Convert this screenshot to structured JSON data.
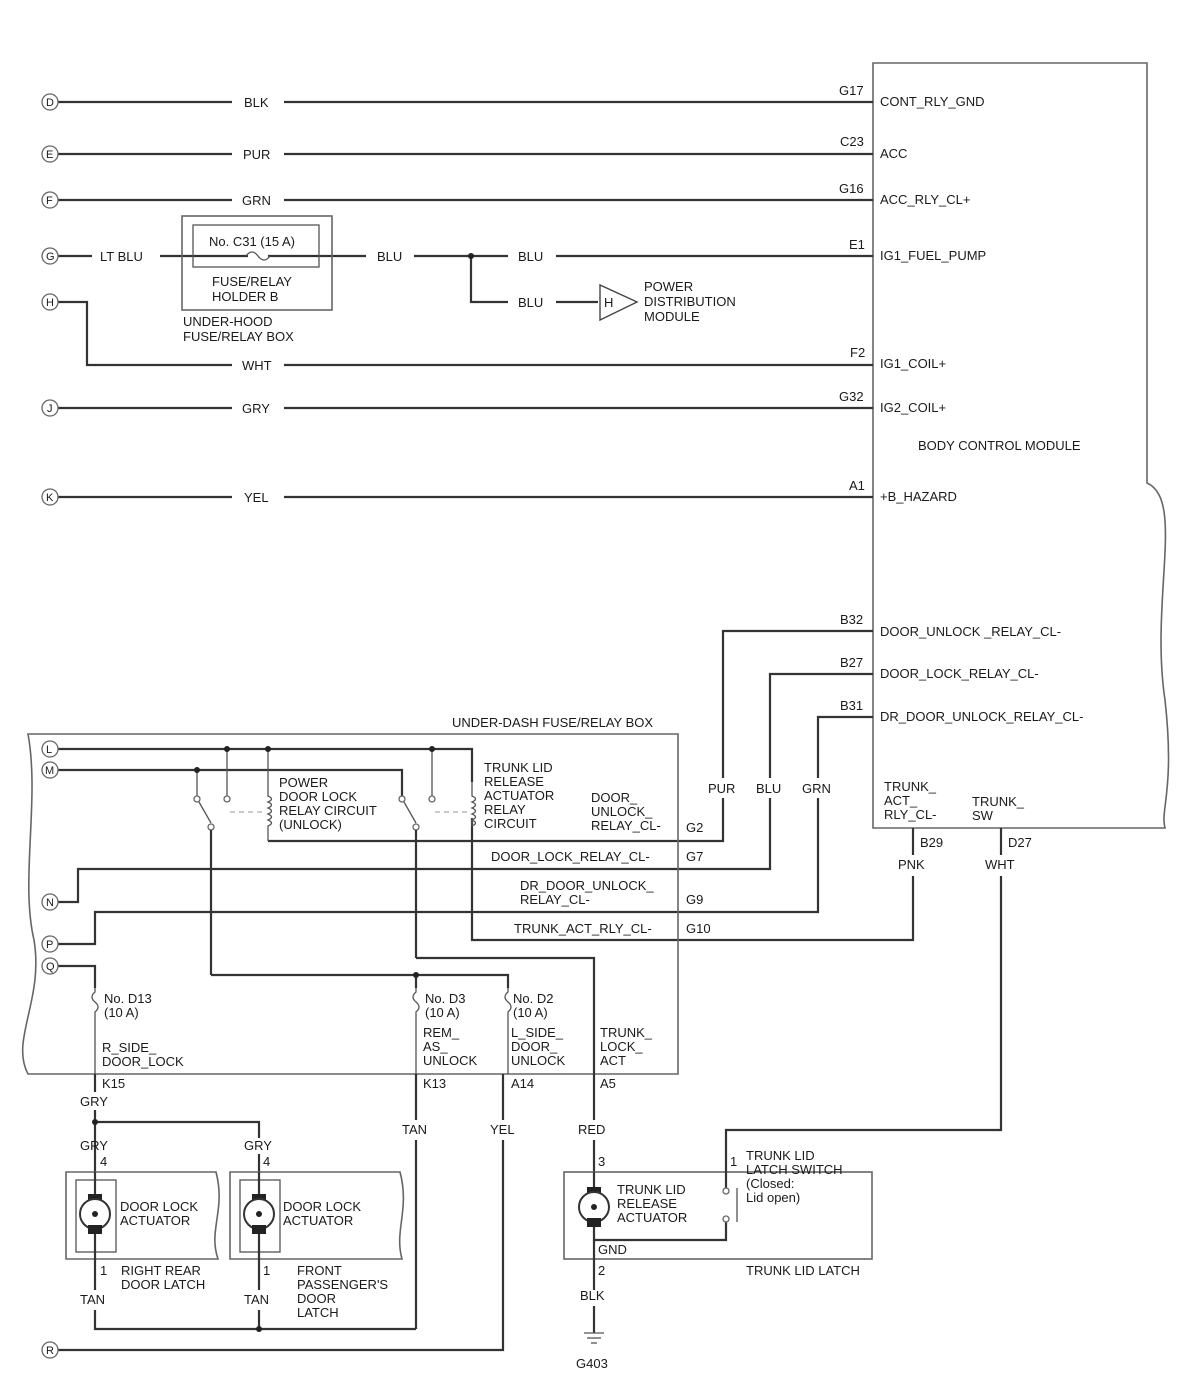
{
  "connectors": {
    "D": "D",
    "E": "E",
    "F": "F",
    "G": "G",
    "H": "H",
    "J": "J",
    "K": "K",
    "L": "L",
    "M": "M",
    "N": "N",
    "P": "P",
    "Q": "Q",
    "R": "R"
  },
  "wires": {
    "blk": "BLK",
    "pur": "PUR",
    "grn": "GRN",
    "ltblu": "LT BLU",
    "blu": "BLU",
    "wht": "WHT",
    "gry": "GRY",
    "yel": "YEL",
    "pnk": "PNK",
    "tan": "TAN",
    "red": "RED"
  },
  "bcm": {
    "title": "BODY CONTROL MODULE",
    "pins": {
      "g17": "G17",
      "cont_rly_gnd": "CONT_RLY_GND",
      "c23": "C23",
      "acc": "ACC",
      "g16": "G16",
      "acc_rly": "ACC_RLY_CL+",
      "e1": "E1",
      "ig1_fuel": "IG1_FUEL_PUMP",
      "f2": "F2",
      "ig1_coil": "IG1_COIL+",
      "g32": "G32",
      "ig2_coil": "IG2_COIL+",
      "a1": "A1",
      "b_hazard": "+B_HAZARD",
      "b32": "B32",
      "door_unlock_relay": "DOOR_UNLOCK _RELAY_CL-",
      "b27": "B27",
      "door_lock_relay": "DOOR_LOCK_RELAY_CL-",
      "b31": "B31",
      "dr_door_unlock": "DR_DOOR_UNLOCK_RELAY_CL-",
      "trunk_act": "TRUNK_\nACT_\nRLY_CL-",
      "trunk_sw": "TRUNK_\nSW",
      "b29": "B29",
      "d27": "D27"
    }
  },
  "underhood": {
    "fuse": "No. C31 (15 A)",
    "holder": "FUSE/RELAY\nHOLDER B",
    "box": "UNDER-HOOD\nFUSE/RELAY BOX"
  },
  "pdm": {
    "connector": "H",
    "label": "POWER\nDISTRIBUTION\nMODULE"
  },
  "underdash": {
    "title": "UNDER-DASH FUSE/RELAY BOX",
    "relay_unlock": "POWER\nDOOR LOCK\nRELAY CIRCUIT\n(UNLOCK)",
    "relay_trunk": "TRUNK LID\nRELEASE\nACTUATOR\nRELAY\nCIRCUIT",
    "door_unlock_relay": "DOOR_\nUNLOCK_\nRELAY_CL-",
    "door_lock_relay": "DOOR_LOCK_RELAY_CL-",
    "dr_door_unlock": "DR_DOOR_UNLOCK_\nRELAY_CL-",
    "trunk_act_rly": "TRUNK_ACT_RLY_CL-",
    "g2": "G2",
    "g7": "G7",
    "g9": "G9",
    "g10": "G10",
    "fuse_d13": "No. D13\n(10 A)",
    "fuse_d3": "No. D3\n(10 A)",
    "fuse_d2": "No. D2\n(10 A)",
    "r_side_door_lock": "R_SIDE_\nDOOR_LOCK",
    "rem_as_unlock": "REM_\nAS_\nUNLOCK",
    "l_side_door_unlock": "L_SIDE_\nDOOR_\nUNLOCK",
    "trunk_lock_act": "TRUNK_\nLOCK_\nACT",
    "k15": "K15",
    "k13": "K13",
    "a14": "A14",
    "a5": "A5"
  },
  "actuators": {
    "door_lock_actuator": "DOOR LOCK\nACTUATOR",
    "right_rear_latch": "RIGHT REAR\nDOOR LATCH",
    "front_pass_latch": "FRONT\nPASSENGER'S\nDOOR\nLATCH",
    "pin4": "4",
    "pin1": "1"
  },
  "trunk": {
    "actuator": "TRUNK LID\nRELEASE\nACTUATOR",
    "switch": "TRUNK LID\nLATCH SWITCH\n(Closed:\nLid open)",
    "latch": "TRUNK LID LATCH",
    "gnd": "GND",
    "pin3": "3",
    "pin1": "1",
    "pin2": "2",
    "ground": "G403"
  }
}
